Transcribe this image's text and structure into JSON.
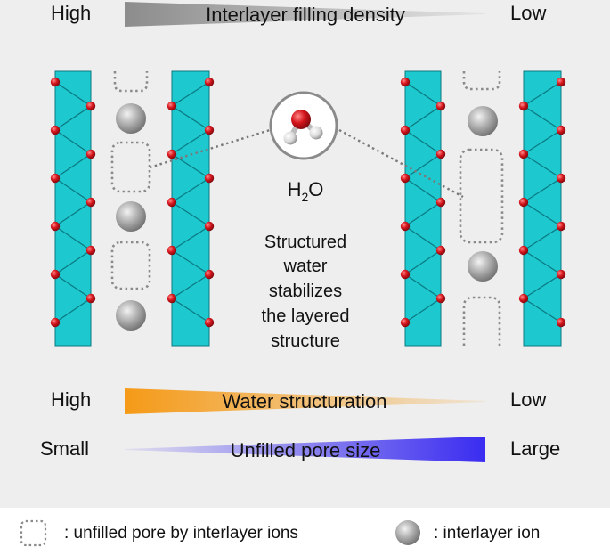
{
  "top_scale": {
    "left_label": "High",
    "title": "Interlayer filling density",
    "right_label": "Low",
    "color": "#8c8c8c"
  },
  "water_scale": {
    "left_label": "High",
    "title": "Water structuration",
    "right_label": "Low",
    "color": "#f59a17"
  },
  "pore_scale": {
    "left_label": "Small",
    "title": "Unfilled pore size",
    "right_label": "Large",
    "color": "#3a2cf0"
  },
  "center": {
    "molecule_base": "H",
    "molecule_sub": "2",
    "molecule_tail": "O",
    "caption_lines": [
      "Structured",
      "water",
      "stabilizes",
      "the layered",
      "structure"
    ]
  },
  "legend": {
    "pore_label": ": unfilled pore by interlayer ions",
    "ion_label": ": interlayer ion"
  },
  "colors": {
    "layer_fill": "#1ec8cf",
    "layer_edge": "#0a7a82",
    "oxygen": "#d4141b",
    "ion": "#9a9a9a",
    "background": "#eeeeee"
  }
}
